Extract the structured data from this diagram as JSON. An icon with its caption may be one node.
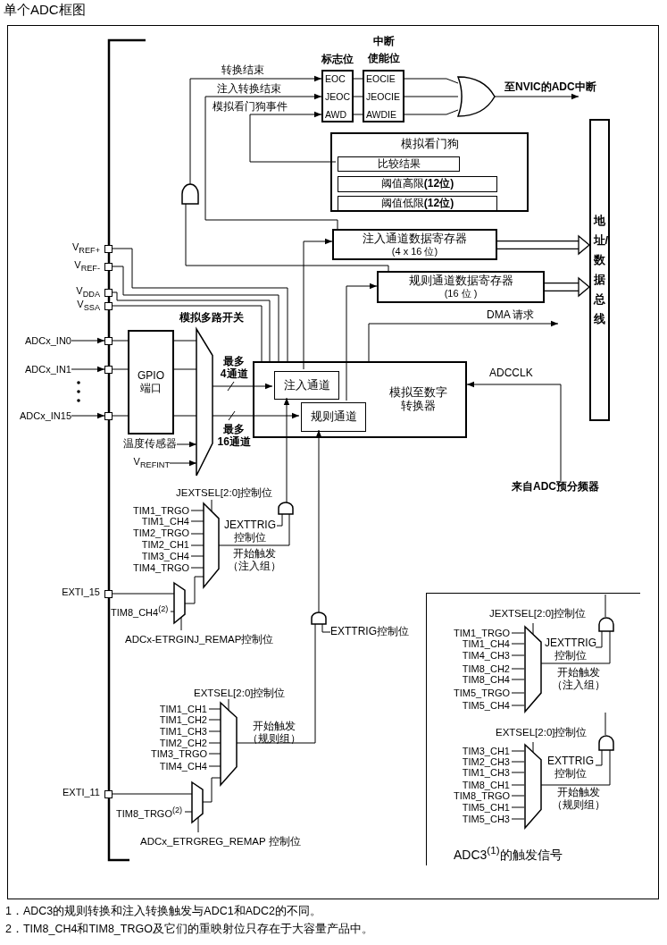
{
  "diagram": {
    "title": "单个ADC框图",
    "nodes": [
      {
        "text": [
          "标志位",
          "EOC",
          "JEOC",
          "AWD"
        ]
      },
      {
        "text": [
          "中断",
          "使能位",
          "EOCIE",
          "JEOCIE",
          "AWDIE"
        ]
      },
      {
        "text": [],
        "shape": "or-gate"
      },
      {
        "text": [
          "模拟看门狗"
        ]
      },
      {
        "text": [
          "比较结果"
        ],
        "in": 3
      },
      {
        "text": [
          "阈值高限**(12位)**"
        ],
        "in": 3
      },
      {
        "text": [
          "阈值低限**(12位)**"
        ],
        "in": 3
      },
      {
        "text": [],
        "shape": "and-gate"
      },
      {
        "text": [
          "注入通道数据寄存器",
          "(4 x 16 位)"
        ]
      },
      {
        "text": [
          "规则通道数据寄存器",
          "(16 位 )"
        ]
      },
      {
        "text": [
          "地址/数据总线"
        ]
      },
      {
        "text": [
          "模拟至数字转换器"
        ]
      },
      {
        "text": [
          "注入通道"
        ],
        "in": 11
      },
      {
        "text": [
          "规则通道"
        ],
        "in": 11
      },
      {
        "text": [
          "来自ADC预分频器"
        ]
      },
      {
        "text": [],
        "shape": "box",
        "beside": [
          "V$_{REF+}$"
        ]
      },
      {
        "text": [],
        "shape": "box",
        "beside": [
          "V$_{REF-}$"
        ]
      },
      {
        "text": [],
        "shape": "box",
        "beside": [
          "V$_{DDA}$"
        ]
      },
      {
        "text": [],
        "shape": "box",
        "beside": [
          "V$_{SSA}$"
        ]
      },
      {
        "text": [
          "ADCx_IN0"
        ]
      },
      {
        "text": [],
        "shape": "box"
      },
      {
        "text": [
          "ADCx_IN1"
        ]
      },
      {
        "text": [],
        "shape": "box"
      },
      {
        "text": [
          "ADCx_IN15"
        ]
      },
      {
        "text": [],
        "shape": "box"
      },
      {
        "text": [
          "GPIO 端口"
        ]
      },
      {
        "text": [
          "模拟多路开关"
        ]
      },
      {
        "text": [
          "温度传感器"
        ]
      },
      {
        "text": [
          "V$_{REFINT}$"
        ]
      },
      {
        "text": [],
        "shape": "trapezoid",
        "beside": [
          "JEXTSEL[2:0]控制位",
          "TIM1_TRGO",
          "TIM1_CH4",
          "TIM2_TRGO",
          "TIM2_CH1",
          "TIM3_CH4",
          "TIM4_TRGO"
        ]
      },
      {
        "text": [],
        "shape": "and-gate"
      },
      {
        "text": [
          "JEXTTRIG 控制位"
        ]
      },
      {
        "text": [],
        "shape": "trapezoid",
        "beside": [
          "TIM8_CH4$^{(2)}$",
          "ADCx-ETRGINJ_REMAP控制位"
        ]
      },
      {
        "text": [],
        "shape": "box",
        "beside": [
          "EXTI_15"
        ]
      },
      {
        "text": [],
        "shape": "trapezoid",
        "beside": [
          "EXTSEL[2:0]控制位",
          "TIM1_CH1",
          "TIM1_CH2",
          "TIM1_CH3",
          "TIM2_CH2",
          "TIM3_TRGO",
          "TIM4_CH4"
        ]
      },
      {
        "text": [],
        "shape": "and-gate"
      },
      {
        "text": [
          "EXTTRIG控制位"
        ]
      },
      {
        "text": [],
        "shape": "trapezoid",
        "beside": [
          "TIM8_TRGO$^{(2)}$",
          "ADCx_ETRGREG_REMAP 控制位"
        ]
      },
      {
        "text": [],
        "shape": "box",
        "beside": [
          "EXTI_11"
        ]
      },
      {
        "text": [
          "ADC3$^{(1)}$的触发信号"
        ]
      },
      {
        "text": [],
        "shape": "trapezoid",
        "in": 39,
        "beside": [
          "JEXTSEL[2:0]控制位",
          "TIM1_TRGO",
          "TIM1_CH4",
          "TIM4_CH3",
          "TIM8_CH2",
          "TIM8_CH4",
          "TIM5_TRGO",
          "TIM5_CH4"
        ]
      },
      {
        "text": [],
        "shape": "and-gate",
        "in": 39
      },
      {
        "text": [
          "JEXTTRIG 控制位"
        ],
        "in": 39
      },
      {
        "text": [],
        "shape": "trapezoid",
        "in": 39,
        "beside": [
          "EXTSEL[2:0]控制位",
          "TIM3_CH1",
          "TIM2_CH3",
          "TIM1_CH3",
          "TIM8_CH1",
          "TIM8_TRGO",
          "TIM5_CH1",
          "TIM5_CH3"
        ]
      },
      {
        "text": [],
        "shape": "and-gate",
        "in": 39
      },
      {
        "text": [
          "EXTTRIG 控制位"
        ],
        "in": 39
      }
    ],
    "edges": [
      {
        "from": 7,
        "to": 0,
        "arrow": "to",
        "label": "转换结束"
      },
      {
        "from": 8,
        "to": 0,
        "arrow": "to",
        "label": "注入转换结束"
      },
      {
        "from": 4,
        "to": 0,
        "arrow": "to",
        "label": "模拟看门狗事件"
      },
      {
        "from": 0,
        "to": 1,
        "arrow": "none"
      },
      {
        "from": 0,
        "to": 1,
        "arrow": "none"
      },
      {
        "from": 0,
        "to": 1,
        "arrow": "none"
      },
      {
        "from": 1,
        "to": 2,
        "arrow": "none"
      },
      {
        "from": 1,
        "to": 2,
        "arrow": "none"
      },
      {
        "from": 1,
        "to": 2,
        "arrow": "none"
      },
      {
        "from": 2,
        "to": null,
        "arrow": "to",
        "label": "至NVIC的ADC中断"
      },
      {
        "from": 9,
        "to": 7,
        "arrow": "none"
      },
      {
        "from": 12,
        "to": 8,
        "arrow": "to"
      },
      {
        "from": 13,
        "to": 9,
        "arrow": "to"
      },
      {
        "from": 8,
        "to": 10,
        "arrow": "to",
        "style": "thick"
      },
      {
        "from": 9,
        "to": 10,
        "arrow": "to",
        "style": "thick"
      },
      {
        "from": 11,
        "to": null,
        "arrow": "to",
        "label": "DMA 请求"
      },
      {
        "from": 14,
        "to": 11,
        "arrow": "to",
        "label": "ADCCLK"
      },
      {
        "from": 15,
        "to": 11,
        "arrow": "none"
      },
      {
        "from": 16,
        "to": 11,
        "arrow": "none"
      },
      {
        "from": 17,
        "to": 11,
        "arrow": "none"
      },
      {
        "from": 18,
        "to": 11,
        "arrow": "none"
      },
      {
        "from": 19,
        "to": 20,
        "arrow": "to"
      },
      {
        "from": 21,
        "to": 22,
        "arrow": "to"
      },
      {
        "from": 23,
        "to": 24,
        "arrow": "to"
      },
      {
        "from": 20,
        "to": 25,
        "arrow": "none"
      },
      {
        "from": 22,
        "to": 25,
        "arrow": "none"
      },
      {
        "from": 24,
        "to": 25,
        "arrow": "none"
      },
      {
        "from": 25,
        "to": 26,
        "arrow": "none"
      },
      {
        "from": 25,
        "to": 26,
        "arrow": "none"
      },
      {
        "from": 25,
        "to": 26,
        "arrow": "none"
      },
      {
        "from": 27,
        "to": 26,
        "arrow": "to"
      },
      {
        "from": 28,
        "to": 26,
        "arrow": "to"
      },
      {
        "from": 26,
        "to": 12,
        "arrow": "to",
        "label": "最多 4通道"
      },
      {
        "from": 26,
        "to": 13,
        "arrow": "to",
        "label": "最多 16通道"
      },
      {
        "from": 30,
        "to": 12,
        "arrow": "to"
      },
      {
        "from": 35,
        "to": 13,
        "arrow": "to"
      },
      {
        "from": 29,
        "to": 30,
        "arrow": "none",
        "label": "开始触发（注入组）"
      },
      {
        "from": 31,
        "to": 30,
        "arrow": "none"
      },
      {
        "from": 32,
        "to": 29,
        "arrow": "none"
      },
      {
        "from": 33,
        "to": 32,
        "arrow": "none"
      },
      {
        "from": 34,
        "to": 35,
        "arrow": "none",
        "label": "开始触发（规则组）"
      },
      {
        "from": 36,
        "to": 35,
        "arrow": "none"
      },
      {
        "from": 37,
        "to": 34,
        "arrow": "none"
      },
      {
        "from": 38,
        "to": 37,
        "arrow": "none"
      },
      {
        "from": 40,
        "to": 41,
        "arrow": "none",
        "label": "开始触发（注入组）"
      },
      {
        "from": 42,
        "to": 41,
        "arrow": "none"
      },
      {
        "from": 43,
        "to": 44,
        "arrow": "none",
        "label": "开始触发（规则组）"
      },
      {
        "from": 45,
        "to": 44,
        "arrow": "none"
      },
      {
        "from": 41,
        "to": null,
        "arrow": "none"
      },
      {
        "from": 44,
        "to": null,
        "arrow": "none"
      }
    ],
    "labels": [
      "1．ADC3的规则转换和注入转换触发与ADC1和ADC2的不同。",
      "2．TIM8_CH4和TIM8_TRGO及它们的重映射位只存在于大容量产品中。"
    ]
  }
}
